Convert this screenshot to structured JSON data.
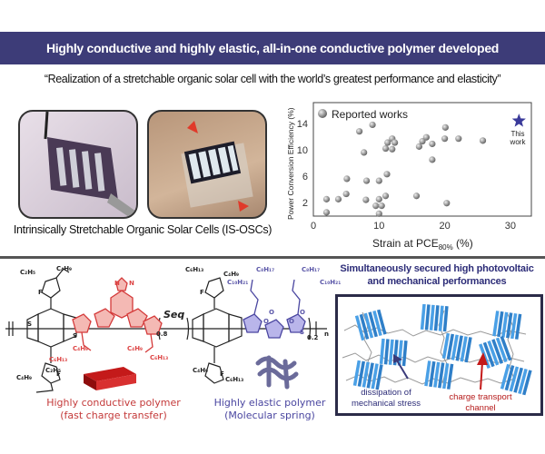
{
  "banner": {
    "title": "Highly conductive and highly elastic, all-in-one conductive polymer developed"
  },
  "subtitle": "“Realization of a stretchable organic solar cell with the world’s greatest performance and elasticity”",
  "photos": {
    "caption": "Intrinsically Stretchable Organic Solar Cells (IS-OSCs)"
  },
  "chart_data": {
    "type": "scatter",
    "title": "",
    "xlabel": "Strain at PCE80% (%)",
    "xlabel_main": "Strain at PCE",
    "xlabel_sub": "80%",
    "xlabel_tail": " (%)",
    "ylabel": "Power Conversion Efficiency (%)",
    "xlim": [
      0,
      33.5
    ],
    "ylim": [
      0,
      17
    ],
    "xticks": [
      0,
      10,
      20,
      30
    ],
    "yticks": [
      2,
      6,
      10,
      14
    ],
    "legend": {
      "label": "Reported works",
      "placement": "top-left"
    },
    "series": [
      {
        "name": "Reported works",
        "marker": "sphere",
        "color": "#8a8a8a",
        "points": [
          [
            2.0,
            0.5
          ],
          [
            2.0,
            2.5
          ],
          [
            3.8,
            2.5
          ],
          [
            5.0,
            3.3
          ],
          [
            5.1,
            5.6
          ],
          [
            7.0,
            12.8
          ],
          [
            7.7,
            9.6
          ],
          [
            8.1,
            5.3
          ],
          [
            8.0,
            2.4
          ],
          [
            9.0,
            13.8
          ],
          [
            9.5,
            1.5
          ],
          [
            10.0,
            5.3
          ],
          [
            10.0,
            2.5
          ],
          [
            10.0,
            0.3
          ],
          [
            10.4,
            1.5
          ],
          [
            11.0,
            3.0
          ],
          [
            11.2,
            6.3
          ],
          [
            11.0,
            10.2
          ],
          [
            11.3,
            11.1
          ],
          [
            12.0,
            11.7
          ],
          [
            12.0,
            10.1
          ],
          [
            12.4,
            11.1
          ],
          [
            15.7,
            3.0
          ],
          [
            16.1,
            10.5
          ],
          [
            16.6,
            11.3
          ],
          [
            17.2,
            11.9
          ],
          [
            18.1,
            10.9
          ],
          [
            18.1,
            8.5
          ],
          [
            20.1,
            13.4
          ],
          [
            20.0,
            11.7
          ],
          [
            20.3,
            1.9
          ],
          [
            22.1,
            11.7
          ],
          [
            25.8,
            11.4
          ]
        ]
      },
      {
        "name": "This work",
        "marker": "star",
        "color": "#3a3a9a",
        "points": [
          [
            31.3,
            14.4
          ]
        ]
      }
    ],
    "annotations": [
      "This",
      "work"
    ]
  },
  "chemistry": {
    "seq": "Seq",
    "ratio_a": "0.8",
    "ratio_b": "0.2",
    "n": "n",
    "labels": [
      "C₂H₅",
      "C₄H₉",
      "C₄H₉",
      "C₂H₅",
      "C₄H₉",
      "C₆H₁₃",
      "C₄H₉",
      "C₆H₁₃",
      "C₆H₁₃",
      "C₄H₉",
      "C₈H₁₇",
      "C₁₀H₂₁",
      "C₈H₁₇",
      "C₁₀H₂₁",
      "C₄H₉",
      "C₆H₁₃",
      "F",
      "F",
      "F",
      "F",
      "S",
      "S",
      "N",
      "N",
      "S",
      "O",
      "O",
      "O",
      "O"
    ],
    "conductive_title": "Highly conductive polymer",
    "conductive_sub": "(fast charge transfer)",
    "elastic_title": "Highly elastic polymer",
    "elastic_sub": "(Molecular spring)"
  },
  "morphology": {
    "title_line1": "Simultaneously secured high photovoltaic",
    "title_line2": "and mechanical performances",
    "stress_line1": "dissipation of",
    "stress_line2": "mechanical stress",
    "channel_line1": "charge transport",
    "channel_line2": "channel"
  },
  "colors": {
    "banner": "#3d3c78",
    "conductive": "#d43a3a",
    "elastic": "#4a46a0",
    "crystal": "#3a8fd6"
  }
}
